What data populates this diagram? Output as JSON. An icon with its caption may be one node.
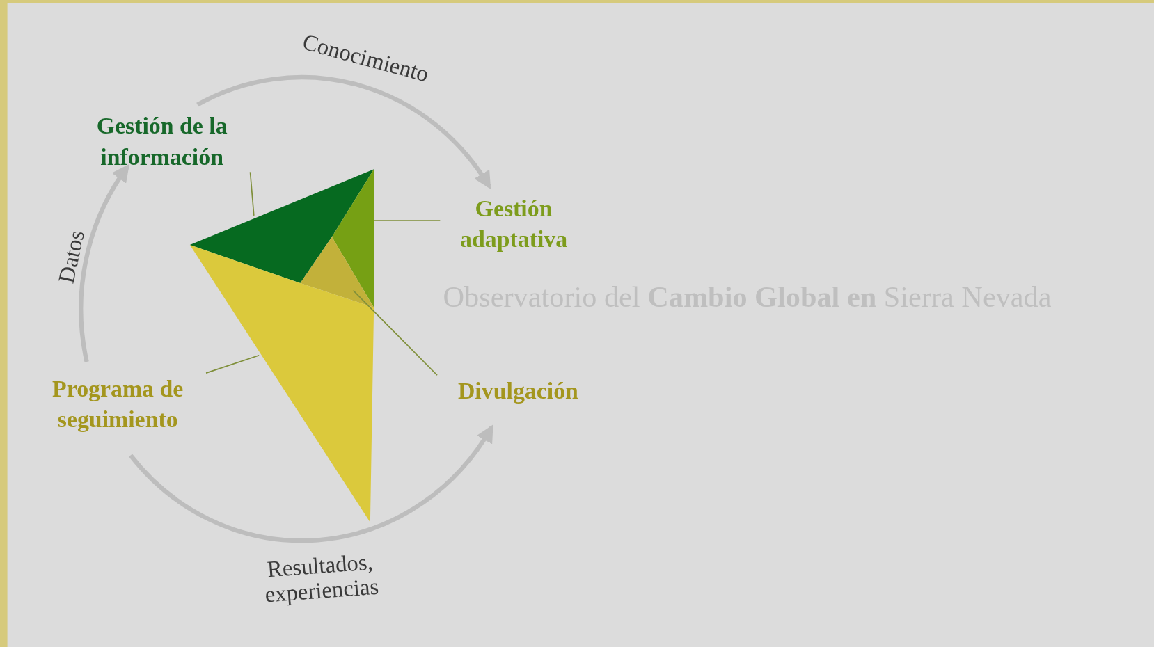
{
  "diagram": {
    "nodes": [
      {
        "text": [
          "Gestión de la información"
        ]
      },
      {
        "text": [
          "Gestión adaptativa"
        ]
      },
      {
        "text": [
          "Programa de seguimiento"
        ]
      },
      {
        "text": [
          "Divulgación"
        ]
      },
      {
        "text": [],
        "shape": "polygon"
      },
      {
        "text": [],
        "shape": "polygon"
      },
      {
        "text": [],
        "shape": "polygon"
      },
      {
        "text": [],
        "shape": "polygon"
      }
    ],
    "edges": [
      {
        "from": 2,
        "to": 0,
        "arrow": "to",
        "label": "Datos",
        "style": "thick",
        "color": "#bdbdbd"
      },
      {
        "from": 0,
        "to": 1,
        "arrow": "to",
        "label": "Conocimiento",
        "style": "thick",
        "color": "#bdbdbd"
      },
      {
        "from": 2,
        "to": 3,
        "arrow": "to",
        "label": "Resultados, experiencias",
        "style": "thick",
        "color": "#bdbdbd"
      },
      {
        "from": 0,
        "to": 4,
        "arrow": "none"
      },
      {
        "from": 1,
        "to": 5,
        "arrow": "none"
      },
      {
        "from": 3,
        "to": 6,
        "arrow": "none"
      },
      {
        "from": 2,
        "to": 7,
        "arrow": "none"
      }
    ],
    "labels": [
      "Observatorio del **Cambio Global en** Sierra Nevada"
    ]
  }
}
